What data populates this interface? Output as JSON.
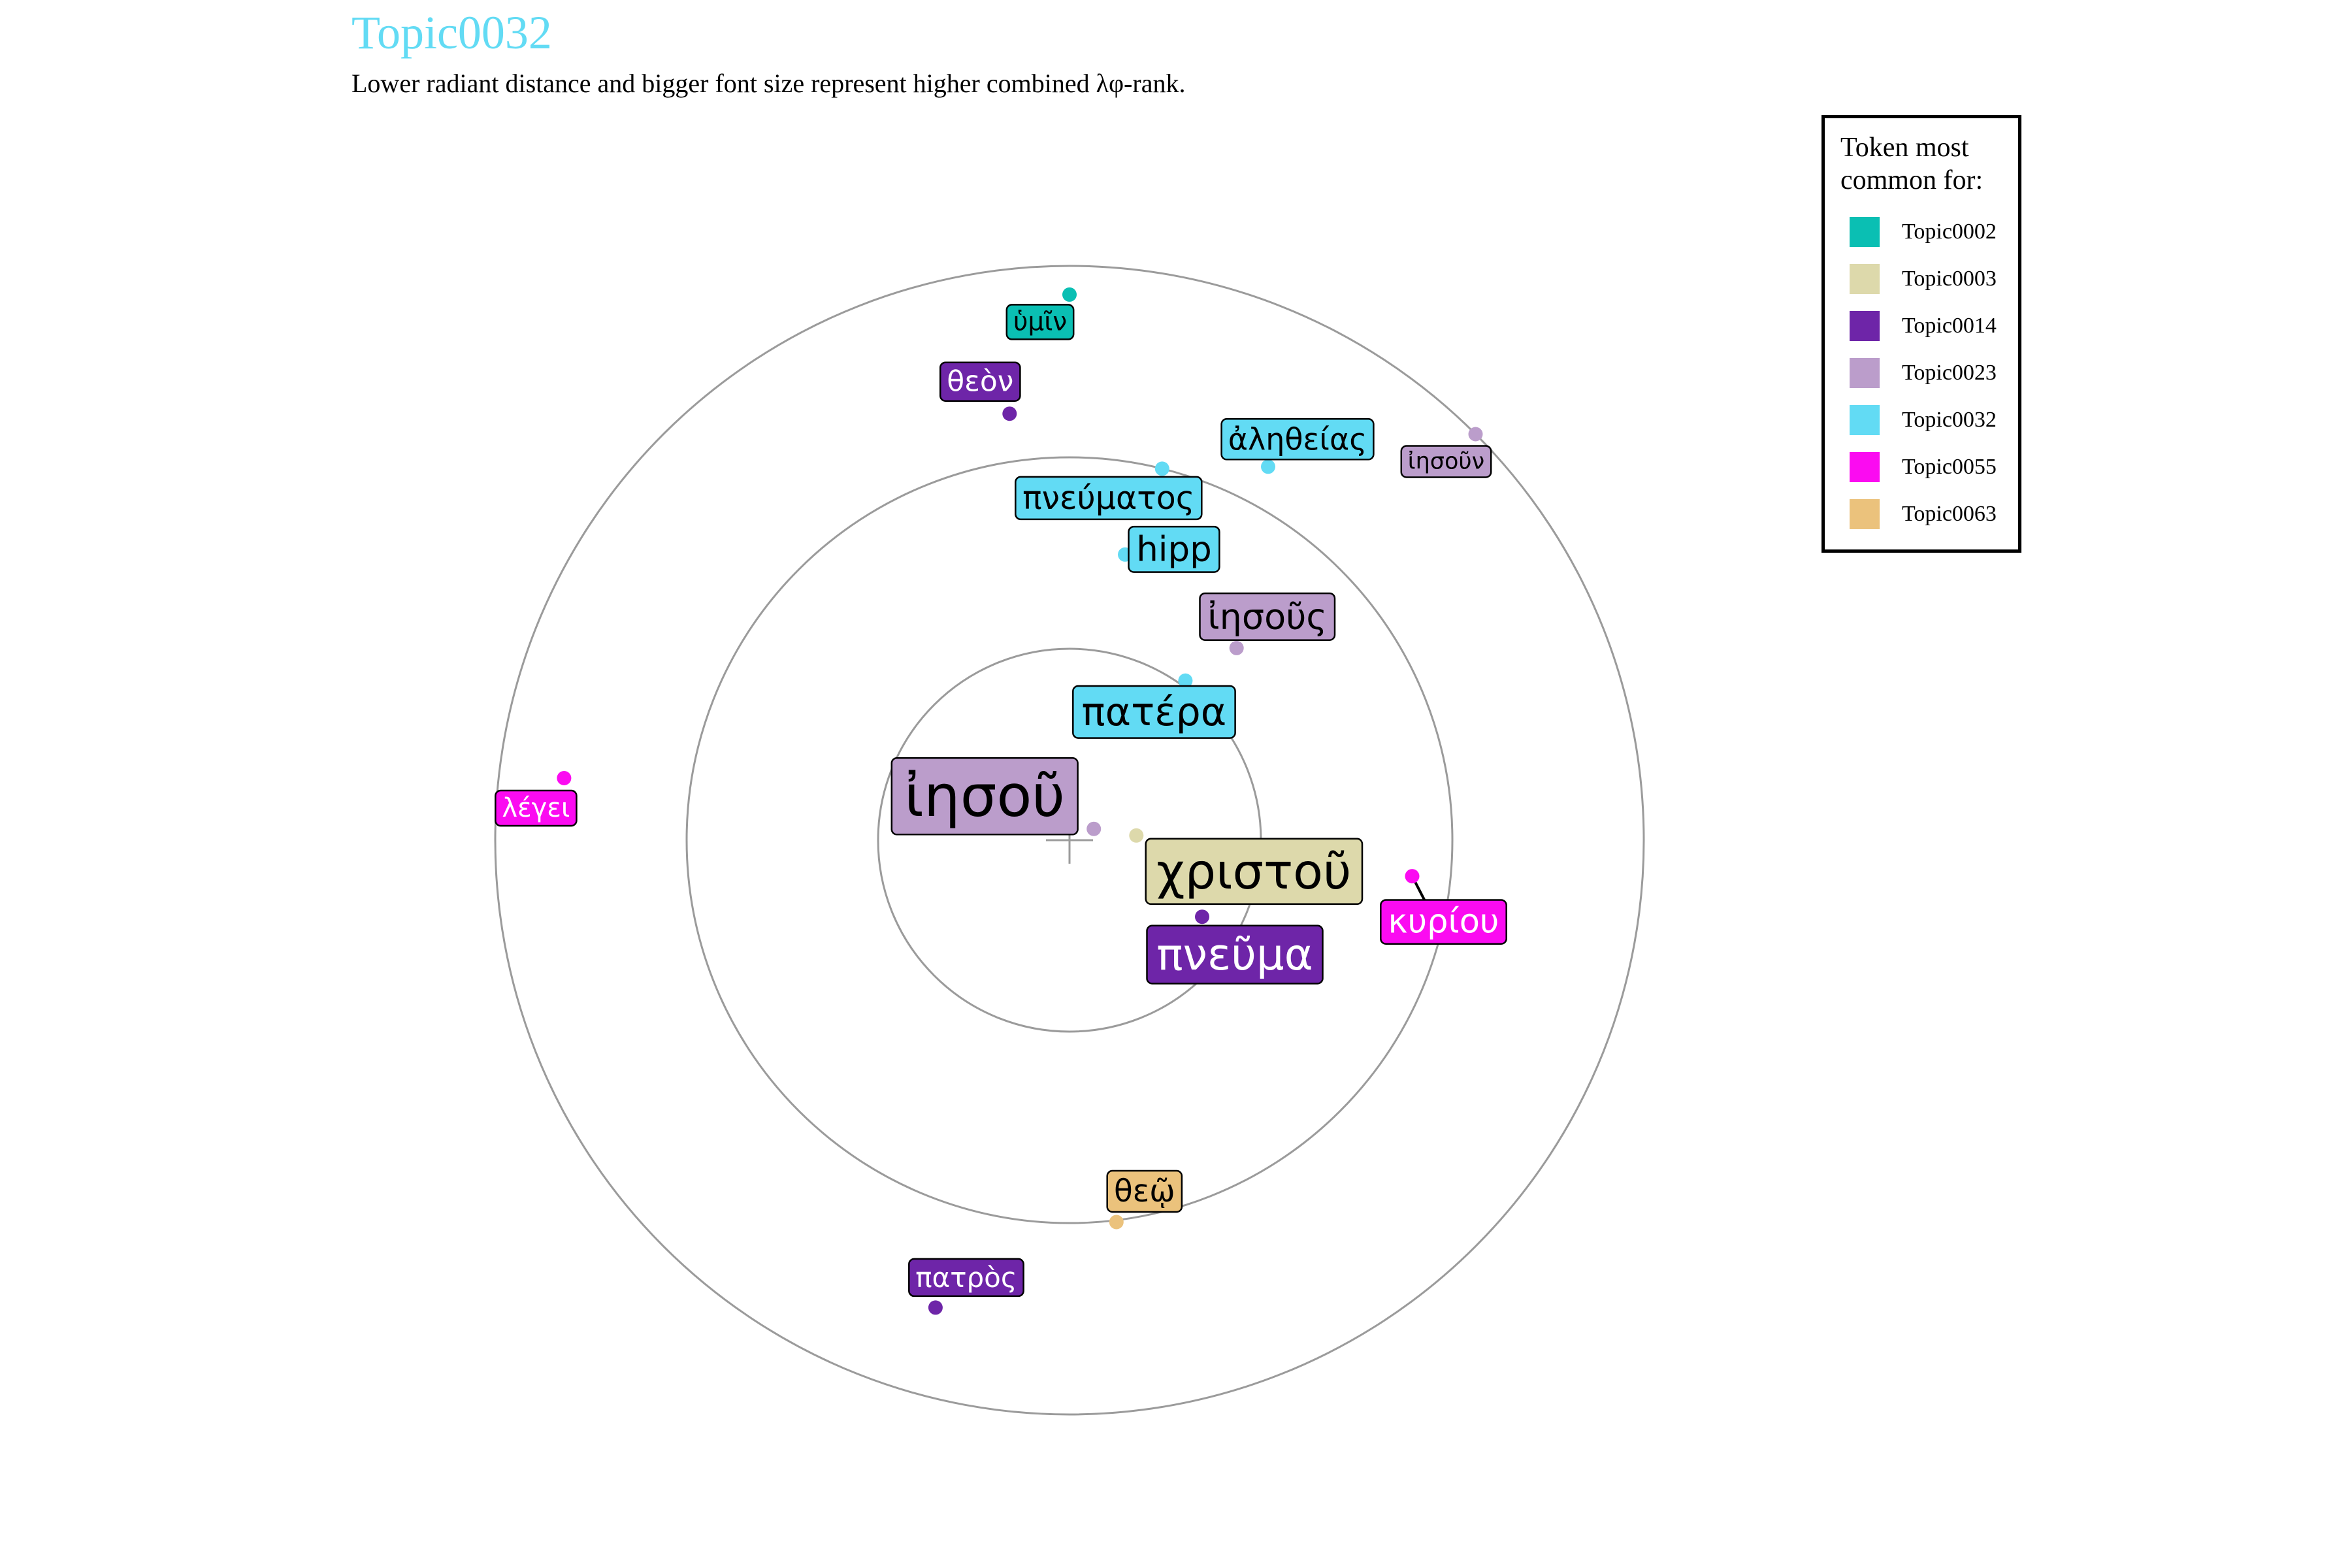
{
  "colors": {
    "Topic0002": "#0abfb3",
    "Topic0003": "#ddd9ab",
    "Topic0014": "#6e25a8",
    "Topic0023": "#bb9dcb",
    "Topic0032": "#62dbf4",
    "Topic0055": "#fb0bf1",
    "Topic0063": "#ebc27c"
  },
  "chart_data": {
    "type": "scatter",
    "projection": "polar",
    "title": "Topic0032",
    "subtitle": "Lower radiant distance and bigger font size represent higher combined λφ-rank.",
    "title_color": "#62dbf4",
    "legend": {
      "title": "Token most common for:",
      "position": "top-right",
      "entries": [
        "Topic0002",
        "Topic0003",
        "Topic0014",
        "Topic0023",
        "Topic0032",
        "Topic0055",
        "Topic0063"
      ]
    },
    "grid": true,
    "r_grid": [
      1,
      2,
      3
    ],
    "r_range": [
      0,
      3
    ],
    "points": [
      {
        "token": "ἰησοῦ",
        "topic": "Topic0023",
        "r": 0.14,
        "theta": 65,
        "size": 5
      },
      {
        "token": "χριστοῦ",
        "topic": "Topic0003",
        "r": 0.35,
        "theta": 86,
        "size": 4.3
      },
      {
        "token": "πνεῦμα",
        "topic": "Topic0014",
        "r": 0.8,
        "theta": 120,
        "size": 3.8
      },
      {
        "token": "πατέρα",
        "topic": "Topic0032",
        "r": 1.03,
        "theta": 36,
        "size": 3.4
      },
      {
        "token": "ἰησοῦς",
        "topic": "Topic0023",
        "r": 1.33,
        "theta": 41,
        "size": 3.1
      },
      {
        "token": "hipp",
        "topic": "Topic0032",
        "r": 1.52,
        "theta": 11,
        "size": 3.0
      },
      {
        "token": "κυρίου",
        "topic": "Topic0055",
        "r": 1.8,
        "theta": 96,
        "size": 2.9
      },
      {
        "token": "πνεύματος",
        "topic": "Topic0032",
        "r": 2.0,
        "theta": 14,
        "size": 2.8
      },
      {
        "token": "θεῷ",
        "topic": "Topic0063",
        "r": 2.01,
        "theta": 173,
        "size": 2.7
      },
      {
        "token": "ἀληθείας",
        "topic": "Topic0032",
        "r": 2.21,
        "theta": 28,
        "size": 2.6
      },
      {
        "token": "θεὸν",
        "topic": "Topic0014",
        "r": 2.25,
        "theta": 352,
        "size": 2.5
      },
      {
        "token": "πατρὸς",
        "topic": "Topic0014",
        "r": 2.54,
        "theta": 196,
        "size": 2.4
      },
      {
        "token": "λέγει",
        "topic": "Topic0055",
        "r": 2.66,
        "theta": 277,
        "size": 2.3
      },
      {
        "token": "ὑμῖν",
        "topic": "Topic0002",
        "r": 2.85,
        "theta": 0,
        "size": 2.2
      },
      {
        "token": "ἰησοῦν",
        "topic": "Topic0023",
        "r": 3.0,
        "theta": 45,
        "size": 2.0
      }
    ]
  }
}
